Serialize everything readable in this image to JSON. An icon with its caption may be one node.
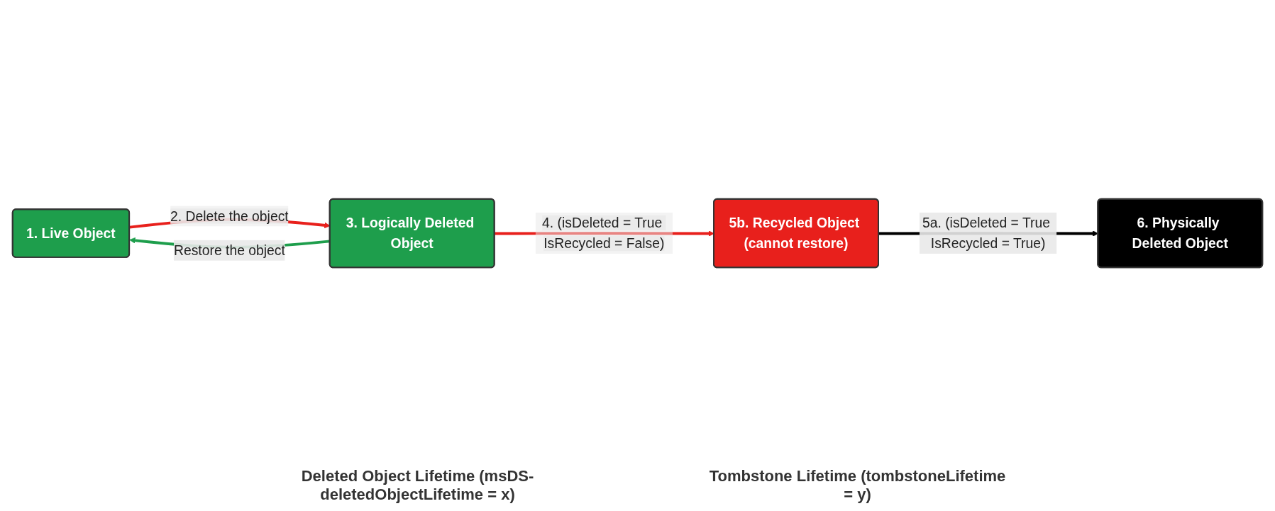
{
  "diagram": {
    "nodes": [
      {
        "text": [
          "1. Live Object"
        ]
      },
      {
        "text": [
          "3. Logically Deleted Object"
        ]
      },
      {
        "text": [
          "5b. Recycled Object (cannot restore)"
        ]
      },
      {
        "text": [
          "6. Physically Deleted Object"
        ]
      }
    ],
    "edges": [
      {
        "from": 0,
        "to": 1,
        "arrow": "to",
        "label": "2. Delete the object"
      },
      {
        "from": 1,
        "to": 0,
        "arrow": "to",
        "label": "Restore the object",
        "color": "#1e9e4c"
      },
      {
        "from": 1,
        "to": 2,
        "arrow": "to",
        "label": "4. (isDeleted = True IsRecycled = False)"
      },
      {
        "from": 2,
        "to": 3,
        "arrow": "to",
        "label": "5a. (isDeleted = True IsRecycled = True)",
        "color": "#000000"
      }
    ],
    "labels": [
      "Deleted Object Lifetime (msDS-deletedObjectLifetime = x)",
      "Tombstone Lifetime (tombstoneLifetime = y)"
    ]
  }
}
